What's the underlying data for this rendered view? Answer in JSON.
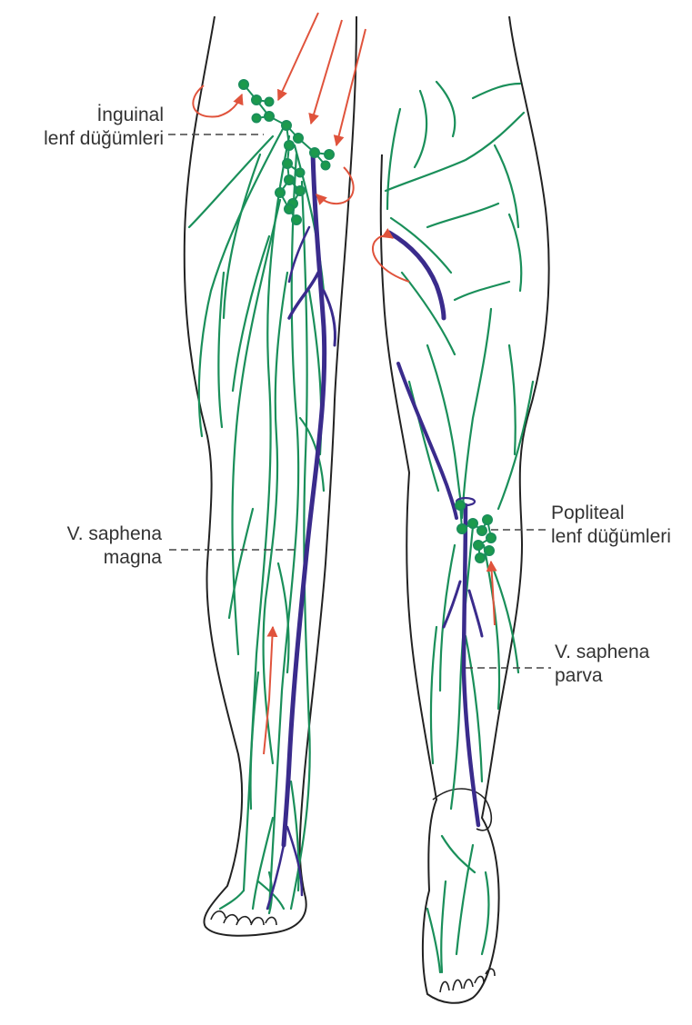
{
  "labels": {
    "inguinal": [
      "İnguinal",
      "lenf düğümleri"
    ],
    "saphena_magna": [
      "V. saphena",
      "magna"
    ],
    "popliteal": [
      "Popliteal",
      "lenf düğümleri"
    ],
    "saphena_parva": [
      "V. saphena",
      "parva"
    ]
  },
  "colors": {
    "lymph_vessel": "#1a8f5a",
    "lymph_node": "#1c9a4c",
    "vein": "#3a2b8c",
    "flow_arrow": "#e0533c",
    "outline": "#222222",
    "leader": "#444444"
  }
}
